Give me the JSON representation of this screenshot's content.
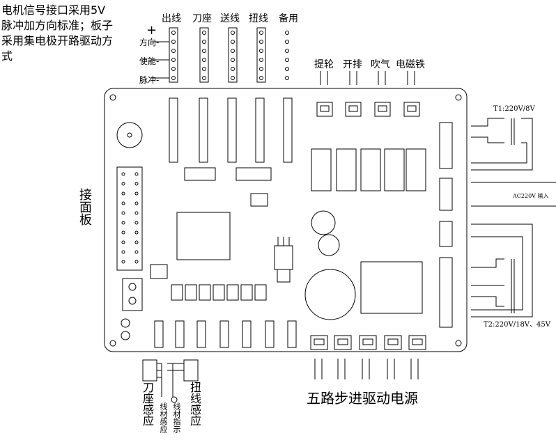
{
  "notes": {
    "top_left": "电机信号接口采用5V脉冲加方向标准；板子采用集电极开路驱动方式"
  },
  "top_headers": [
    "出线",
    "刀座",
    "送线",
    "扭线",
    "备用"
  ],
  "signal_labels": {
    "plus": "+",
    "direction": "方向-",
    "enable": "使能-",
    "pulse": "脉冲-"
  },
  "right_headers": [
    "提轮",
    "开排",
    "吹气",
    "电磁铁"
  ],
  "left_panel_label": "接面板",
  "transformers": {
    "t1": "T1:220V/8V",
    "ac_in": "AC220V 输入",
    "t2": "T2:220V/18V、45V"
  },
  "bottom_label": "五路步进驱动电源",
  "sensors": {
    "knife_seat": "刀座感应",
    "wire_sense": "线材感应",
    "wire_indicator": "线材指示",
    "twist_sense": "扭线感应"
  }
}
